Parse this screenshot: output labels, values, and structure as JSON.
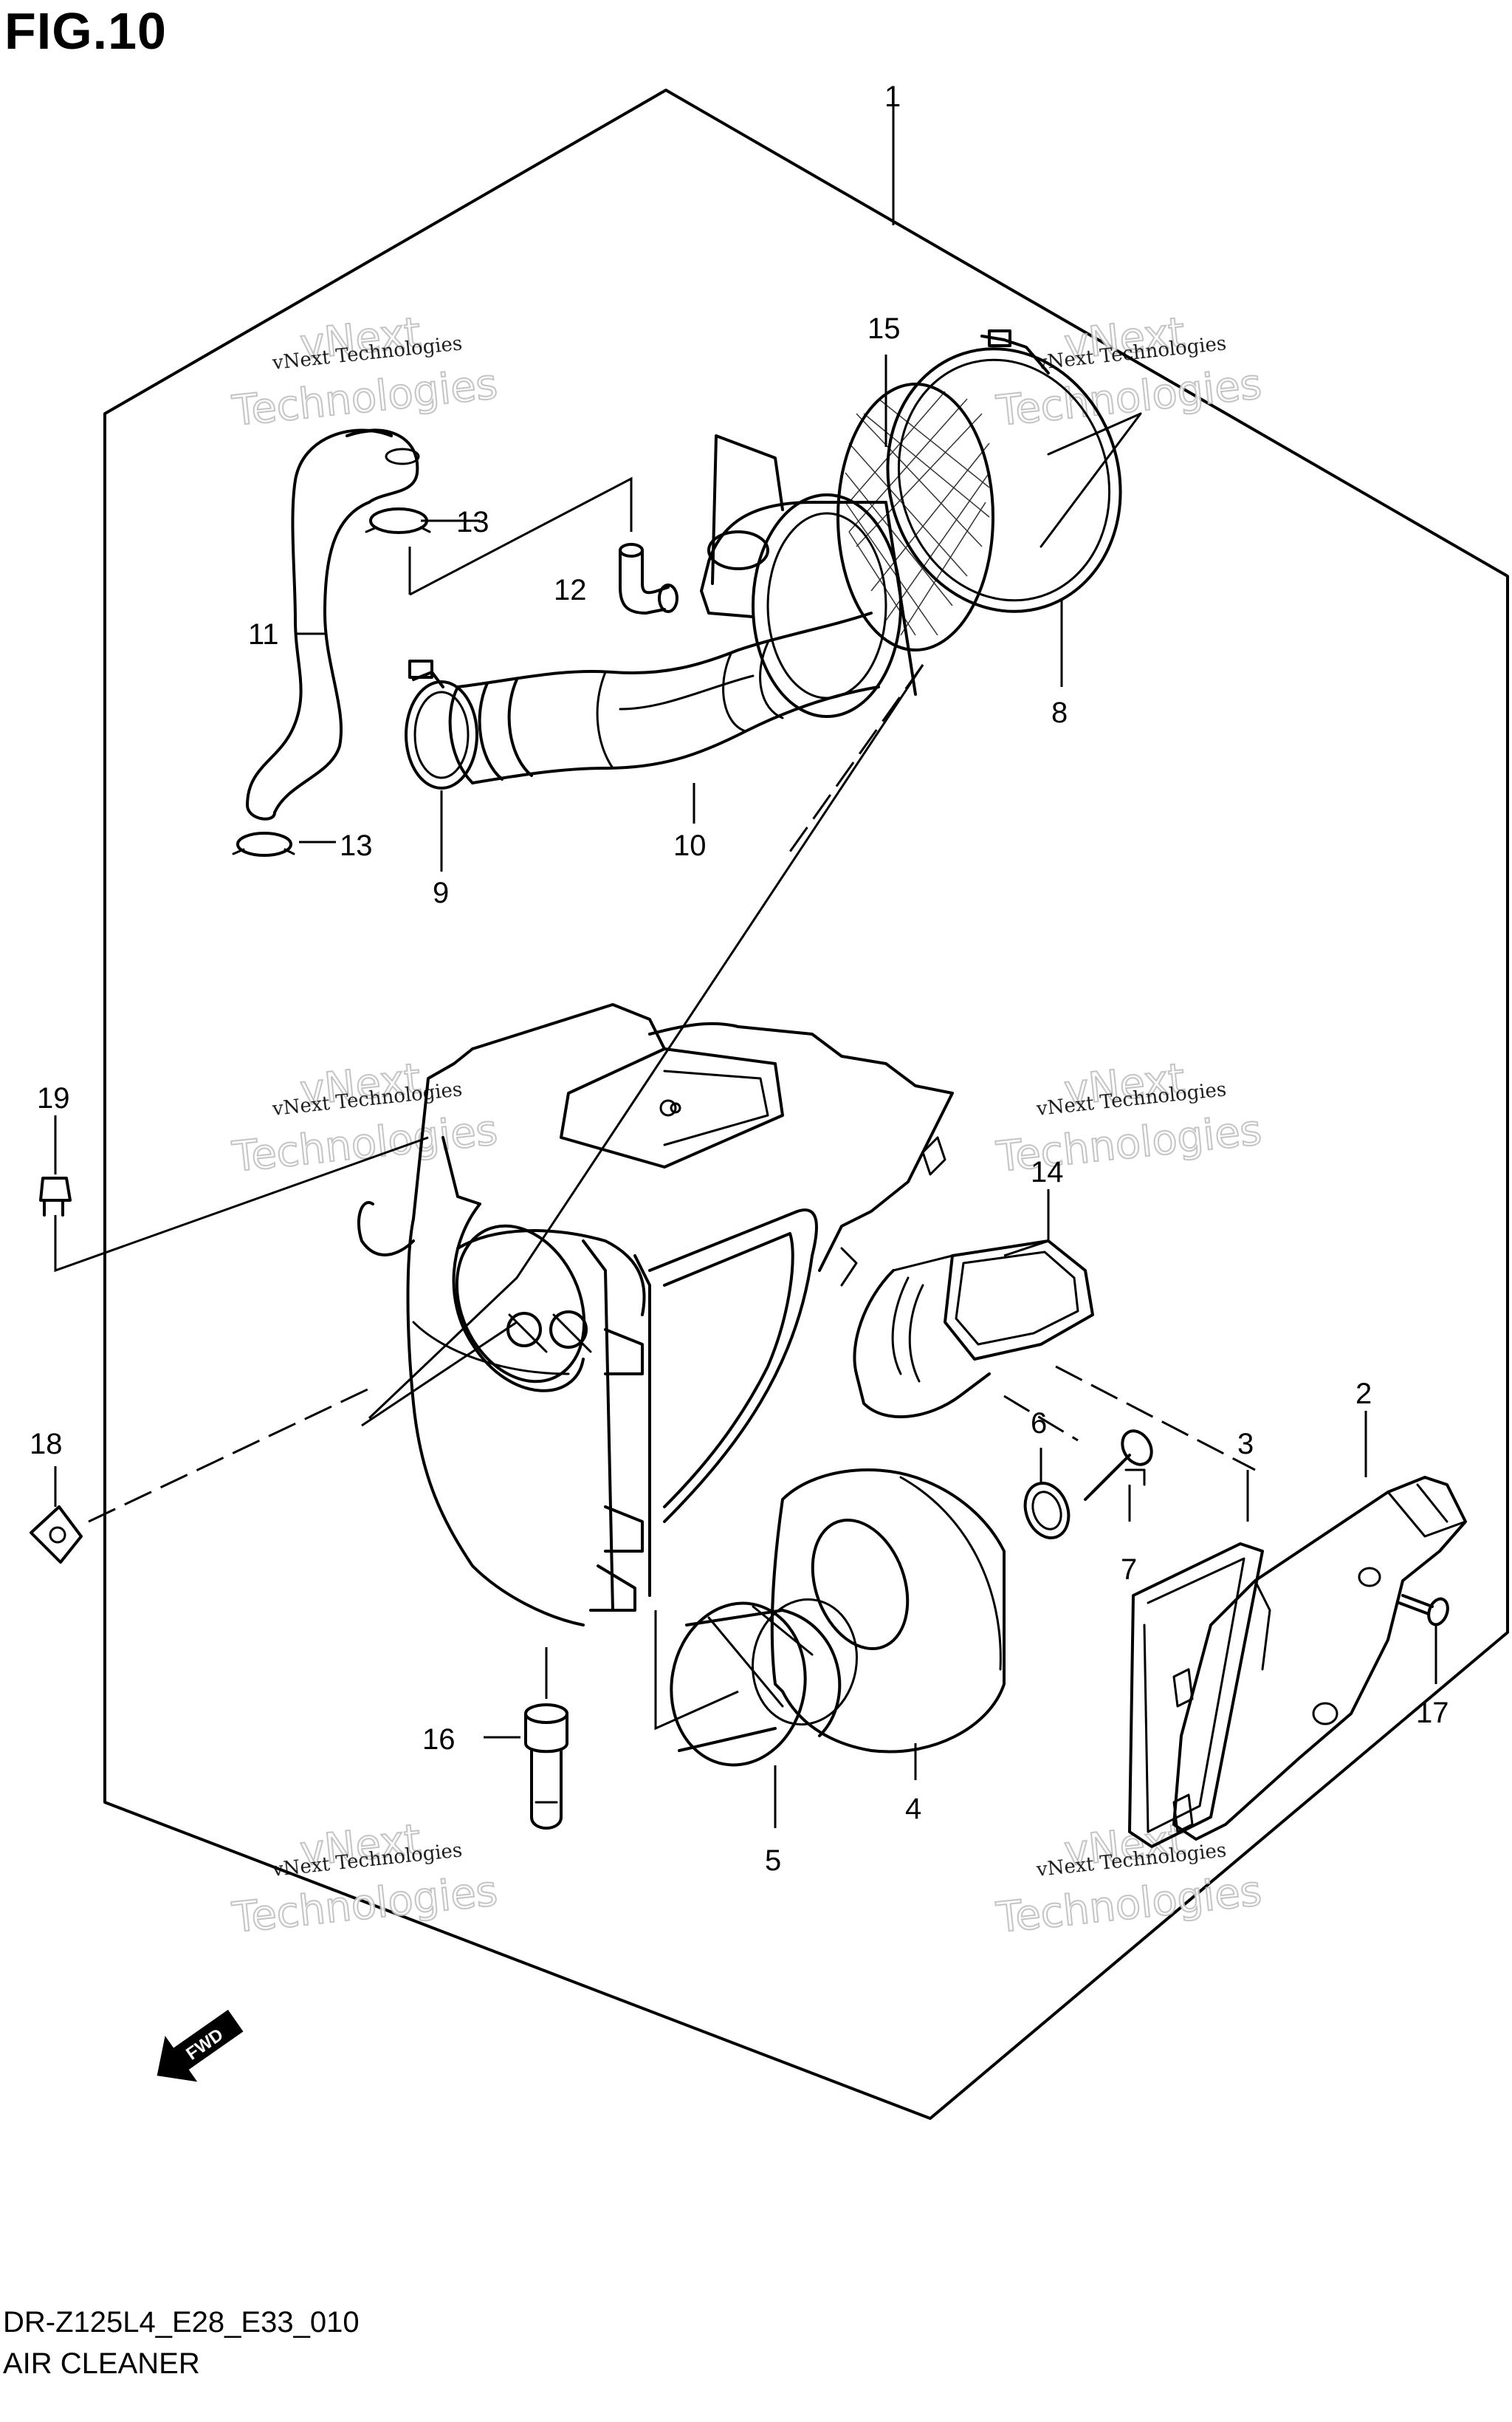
{
  "figure": {
    "title": "FIG.10",
    "diagram_code": "DR-Z125L4_E28_E33_010",
    "diagram_name": "AIR CLEANER"
  },
  "watermark": {
    "line1": "vNext Technologies",
    "line2": "Technologies",
    "line3": "vNext"
  },
  "fwd_label": "FWD",
  "callouts": [
    "1",
    "2",
    "3",
    "4",
    "5",
    "6",
    "7",
    "8",
    "9",
    "10",
    "11",
    "12",
    "13",
    "13",
    "14",
    "15",
    "16",
    "17",
    "18",
    "19"
  ]
}
